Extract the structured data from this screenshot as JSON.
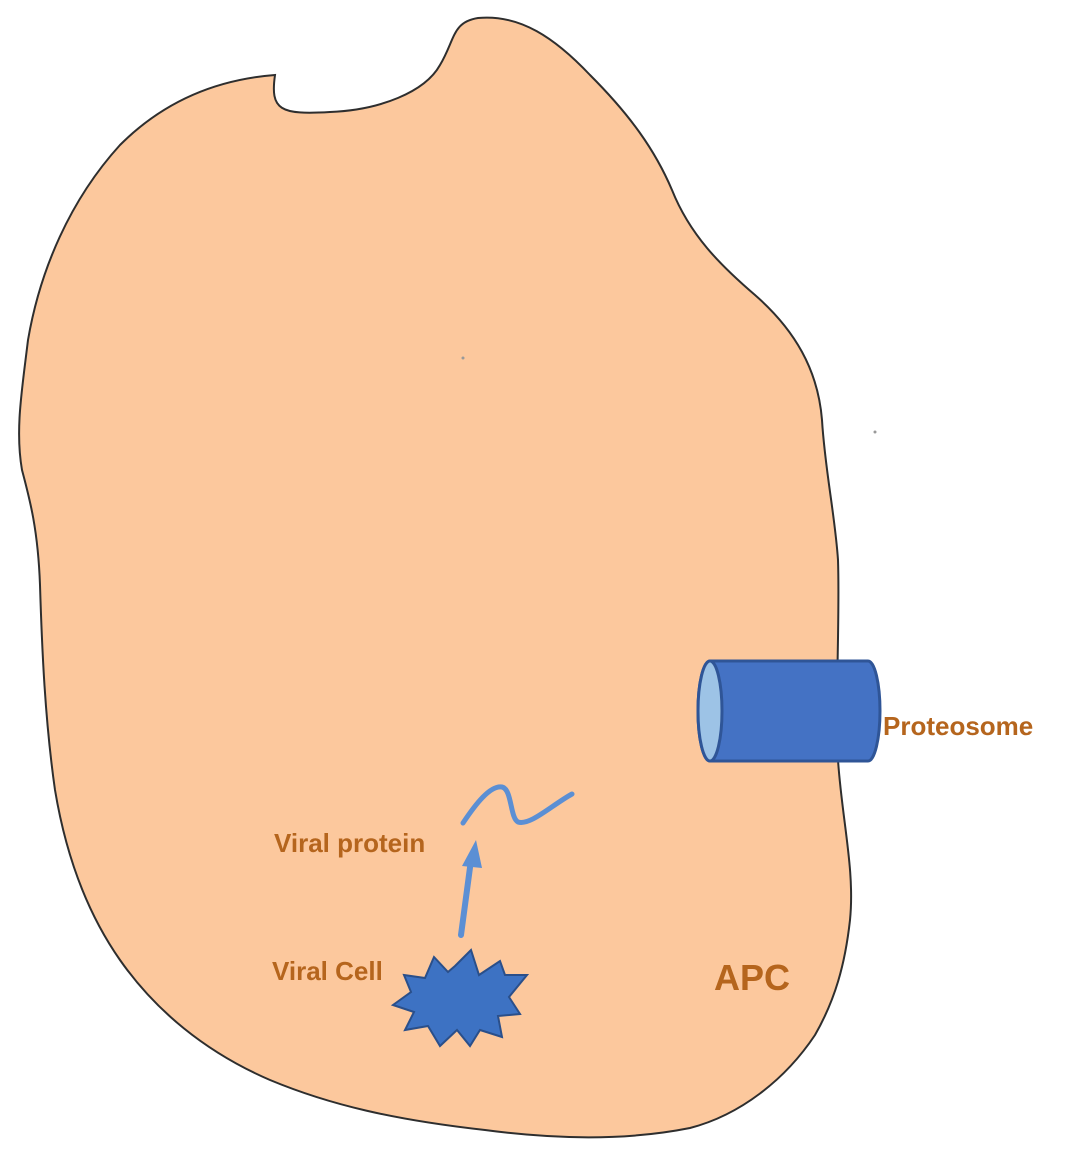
{
  "labels": {
    "cell": "APC",
    "proteasome": "Proteosome",
    "protein": "Viral protein",
    "virus": "Viral Cell"
  },
  "colors": {
    "cell_fill": "#fcc89d",
    "cell_outline": "#2e2e2e",
    "label_text": "#b5651d",
    "proteasome_body": "#4472c4",
    "proteasome_outline": "#2f5597",
    "proteasome_opening": "#9dc3e6",
    "protein_strand": "#5b8fd4",
    "arrow": "#5b8fd4",
    "virus_fill": "#3d72c3",
    "virus_outline": "#2a4f8a"
  },
  "icons": {
    "virus": "spiky-star-icon",
    "proteasome": "cylinder-icon",
    "protein": "squiggle-icon",
    "arrow": "up-arrow-icon"
  }
}
